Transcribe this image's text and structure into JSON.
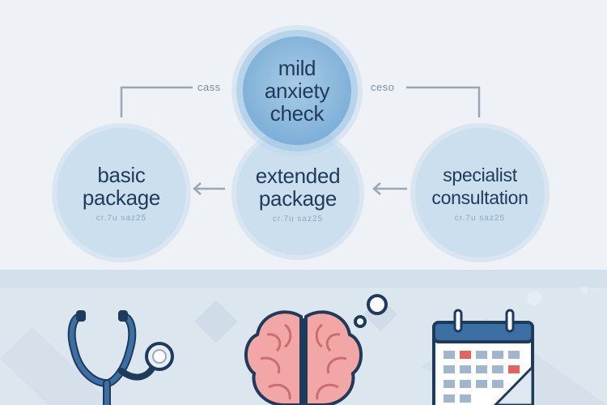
{
  "nodes": {
    "mild": {
      "title_lines": [
        "mild",
        "anxiety",
        "check"
      ]
    },
    "basic": {
      "title_lines": [
        "basic",
        "package"
      ],
      "subtitle": "cr.7u saz25"
    },
    "extended": {
      "title_lines": [
        "extended",
        "package"
      ],
      "subtitle": "cr.7u saz25"
    },
    "specialist": {
      "title_lines": [
        "specialist",
        "consultation"
      ],
      "subtitle": "cr.7u saz25"
    }
  },
  "edges": {
    "left_label": "cass",
    "right_label": "ceso"
  },
  "icons": [
    "stethoscope-icon",
    "brain-icon",
    "thought-bubble-icon",
    "calendar-icon"
  ],
  "colors": {
    "node_fill": "#b6d3ea",
    "node_dark": "#5f9bc9",
    "text": "#1f3a5a",
    "accent_red": "#e2635f",
    "brain_pink": "#f2a6a5",
    "calendar_blue": "#3c6fa3"
  }
}
